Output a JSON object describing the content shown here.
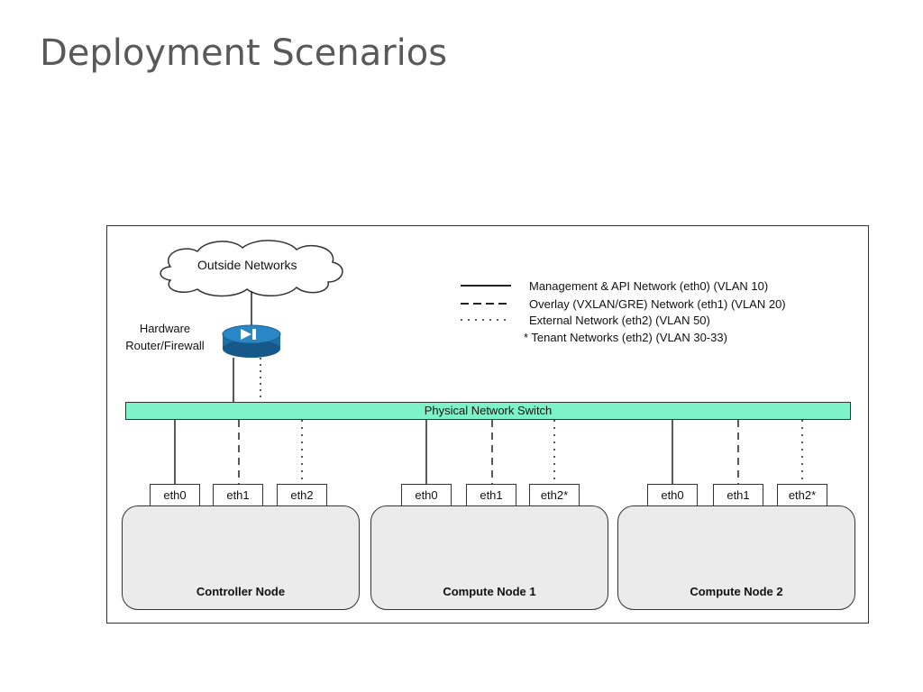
{
  "slide": {
    "title": "Deployment Scenarios"
  },
  "diagram": {
    "cloud_label": "Outside Networks",
    "router_label_line1": "Hardware",
    "router_label_line2": "Router/Firewall",
    "switch_label": "Physical Network Switch",
    "legend": [
      {
        "style": "solid",
        "label": "Management & API Network (eth0) (VLAN 10)"
      },
      {
        "style": "dashed",
        "label": "Overlay (VXLAN/GRE) Network (eth1) (VLAN 20)"
      },
      {
        "style": "dotted",
        "label": "External Network (eth2) (VLAN 50)"
      },
      {
        "style": "none",
        "label": "* Tenant Networks (eth2) (VLAN 30-33)"
      }
    ],
    "nodes": [
      {
        "name": "Controller Node",
        "ports": [
          "eth0",
          "eth1",
          "eth2"
        ]
      },
      {
        "name": "Compute Node 1",
        "ports": [
          "eth0",
          "eth1",
          "eth2*"
        ]
      },
      {
        "name": "Compute Node 2",
        "ports": [
          "eth0",
          "eth1",
          "eth2*"
        ]
      }
    ],
    "colors": {
      "switch": "#7ff3c8",
      "router": "#1f6fa8",
      "node": "#ebebeb"
    }
  }
}
